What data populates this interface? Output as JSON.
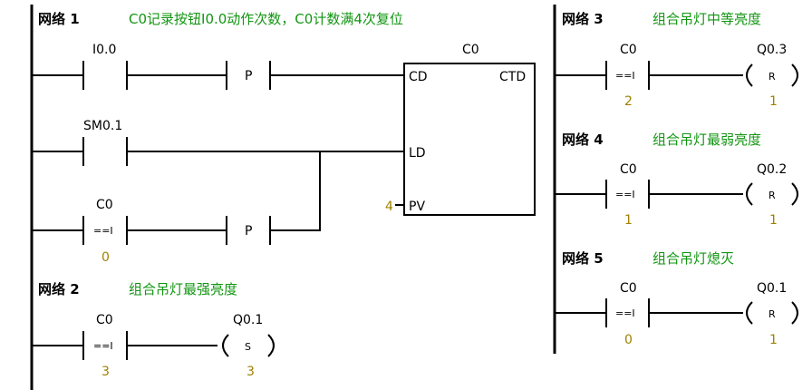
{
  "colors": {
    "comment": "#129612",
    "value": "#a08000",
    "line": "#000000"
  },
  "networks": [
    {
      "label": "网络 1",
      "comment": "C0记录按钮I0.0动作次数，C0计数满4次复位",
      "contacts": [
        {
          "address": "I0.0",
          "type": "NO"
        },
        {
          "address": "SM0.1",
          "type": "NO"
        },
        {
          "address": "C0",
          "type": "==I",
          "value": "0"
        }
      ],
      "edge_label": "P",
      "counter": {
        "name": "C0",
        "type": "CTD",
        "inputs": [
          "CD",
          "LD",
          "PV"
        ],
        "pv_value": "4"
      }
    },
    {
      "label": "网络 2",
      "comment": "组合吊灯最强亮度",
      "contact": {
        "address": "C0",
        "op": "==I",
        "value": "3"
      },
      "coil": {
        "address": "Q0.1",
        "op": "S",
        "value": "3"
      }
    },
    {
      "label": "网络 3",
      "comment": "组合吊灯中等亮度",
      "contact": {
        "address": "C0",
        "op": "==I",
        "value": "2"
      },
      "coil": {
        "address": "Q0.3",
        "op": "R",
        "value": "1"
      }
    },
    {
      "label": "网络 4",
      "comment": "组合吊灯最弱亮度",
      "contact": {
        "address": "C0",
        "op": "==I",
        "value": "1"
      },
      "coil": {
        "address": "Q0.2",
        "op": "R",
        "value": "1"
      }
    },
    {
      "label": "网络 5",
      "comment": "组合吊灯熄灭",
      "contact": {
        "address": "C0",
        "op": "==I",
        "value": "0"
      },
      "coil": {
        "address": "Q0.1",
        "op": "R",
        "value": "1"
      }
    }
  ]
}
